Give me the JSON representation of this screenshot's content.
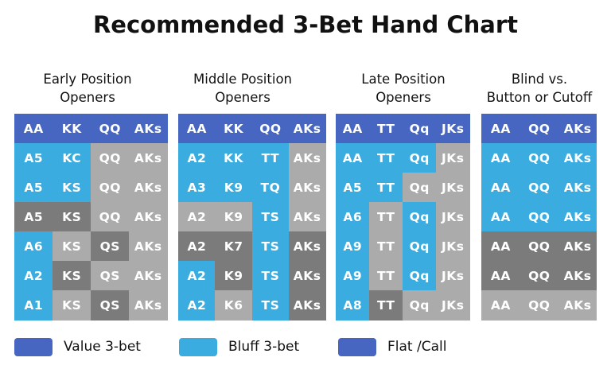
{
  "title": "Recommended 3-Bet Hand Chart",
  "colors": {
    "H": "#4766C2",
    "B": "#3BACDF",
    "L": "#ABABAB",
    "D": "#7B7B7B"
  },
  "panels": [
    {
      "heading": [
        "Early Position",
        "Openers"
      ],
      "rows": [
        [
          [
            "AA",
            "H"
          ],
          [
            "KK",
            "H"
          ],
          [
            "QQ",
            "H"
          ],
          [
            "AKs",
            "H"
          ]
        ],
        [
          [
            "A5",
            "B"
          ],
          [
            "KC",
            "B"
          ],
          [
            "QQ",
            "L"
          ],
          [
            "AKs",
            "L"
          ]
        ],
        [
          [
            "A5",
            "B"
          ],
          [
            "KS",
            "B"
          ],
          [
            "QQ",
            "L"
          ],
          [
            "AKs",
            "L"
          ]
        ],
        [
          [
            "A5",
            "D"
          ],
          [
            "KS",
            "D"
          ],
          [
            "QQ",
            "L"
          ],
          [
            "AKs",
            "L"
          ]
        ],
        [
          [
            "A6",
            "B"
          ],
          [
            "KS",
            "L"
          ],
          [
            "QS",
            "D"
          ],
          [
            "AKs",
            "L"
          ]
        ],
        [
          [
            "A2",
            "B"
          ],
          [
            "KS",
            "D"
          ],
          [
            "QS",
            "L"
          ],
          [
            "AKs",
            "L"
          ]
        ],
        [
          [
            "A1",
            "B"
          ],
          [
            "KS",
            "L"
          ],
          [
            "QS",
            "D"
          ],
          [
            "AKs",
            "L"
          ]
        ]
      ]
    },
    {
      "heading": [
        "Middle Position",
        "Openers"
      ],
      "rows": [
        [
          [
            "AA",
            "H"
          ],
          [
            "KK",
            "H"
          ],
          [
            "QQ",
            "H"
          ],
          [
            "AKs",
            "H"
          ]
        ],
        [
          [
            "A2",
            "B"
          ],
          [
            "KK",
            "B"
          ],
          [
            "TT",
            "B"
          ],
          [
            "AKs",
            "L"
          ]
        ],
        [
          [
            "A3",
            "B"
          ],
          [
            "K9",
            "B"
          ],
          [
            "TQ",
            "B"
          ],
          [
            "AKs",
            "L"
          ]
        ],
        [
          [
            "A2",
            "L"
          ],
          [
            "K9",
            "L"
          ],
          [
            "TS",
            "B"
          ],
          [
            "AKs",
            "L"
          ]
        ],
        [
          [
            "A2",
            "D"
          ],
          [
            "K7",
            "D"
          ],
          [
            "TS",
            "B"
          ],
          [
            "AKs",
            "D"
          ]
        ],
        [
          [
            "A2",
            "B"
          ],
          [
            "K9",
            "D"
          ],
          [
            "TS",
            "B"
          ],
          [
            "AKs",
            "D"
          ]
        ],
        [
          [
            "A2",
            "B"
          ],
          [
            "K6",
            "L"
          ],
          [
            "TS",
            "B"
          ],
          [
            "AKs",
            "D"
          ]
        ]
      ]
    },
    {
      "heading": [
        "Late Position",
        "Openers"
      ],
      "rows": [
        [
          [
            "AA",
            "H"
          ],
          [
            "TT",
            "H"
          ],
          [
            "Qq",
            "H"
          ],
          [
            "JKs",
            "H"
          ]
        ],
        [
          [
            "AA",
            "B"
          ],
          [
            "TT",
            "B"
          ],
          [
            "Qq",
            "B"
          ],
          [
            "JKs",
            "L"
          ]
        ],
        [
          [
            "A5",
            "B"
          ],
          [
            "TT",
            "B"
          ],
          [
            "Qq",
            "L"
          ],
          [
            "JKs",
            "L"
          ]
        ],
        [
          [
            "A6",
            "B"
          ],
          [
            "TT",
            "L"
          ],
          [
            "Qq",
            "B"
          ],
          [
            "JKs",
            "L"
          ]
        ],
        [
          [
            "A9",
            "B"
          ],
          [
            "TT",
            "L"
          ],
          [
            "Qq",
            "B"
          ],
          [
            "JKs",
            "L"
          ]
        ],
        [
          [
            "A9",
            "B"
          ],
          [
            "TT",
            "L"
          ],
          [
            "Qq",
            "B"
          ],
          [
            "JKs",
            "L"
          ]
        ],
        [
          [
            "A8",
            "B"
          ],
          [
            "TT",
            "D"
          ],
          [
            "Qq",
            "L"
          ],
          [
            "JKs",
            "L"
          ]
        ]
      ]
    },
    {
      "heading": [
        "Blind vs.",
        "Button or Cutoff"
      ],
      "rows": [
        [
          [
            "AA",
            "H"
          ],
          [
            "QQ",
            "H"
          ],
          [
            "AKs",
            "H"
          ]
        ],
        [
          [
            "AA",
            "B"
          ],
          [
            "QQ",
            "B"
          ],
          [
            "AKs",
            "B"
          ]
        ],
        [
          [
            "AA",
            "B"
          ],
          [
            "QQ",
            "B"
          ],
          [
            "AKs",
            "B"
          ]
        ],
        [
          [
            "AA",
            "B"
          ],
          [
            "QQ",
            "B"
          ],
          [
            "AKs",
            "B"
          ]
        ],
        [
          [
            "AA",
            "D"
          ],
          [
            "QQ",
            "D"
          ],
          [
            "AKs",
            "D"
          ]
        ],
        [
          [
            "AA",
            "D"
          ],
          [
            "QQ",
            "D"
          ],
          [
            "AKs",
            "D"
          ]
        ],
        [
          [
            "AA",
            "L"
          ],
          [
            "QQ",
            "L"
          ],
          [
            "AKs",
            "L"
          ]
        ]
      ]
    }
  ],
  "legend": [
    {
      "label": "Value 3-bet",
      "color": "#4766C2"
    },
    {
      "label": "Bluff 3-bet",
      "color": "#3BACDF"
    },
    {
      "label": "Flat /Call",
      "color": "#4766C2"
    }
  ]
}
